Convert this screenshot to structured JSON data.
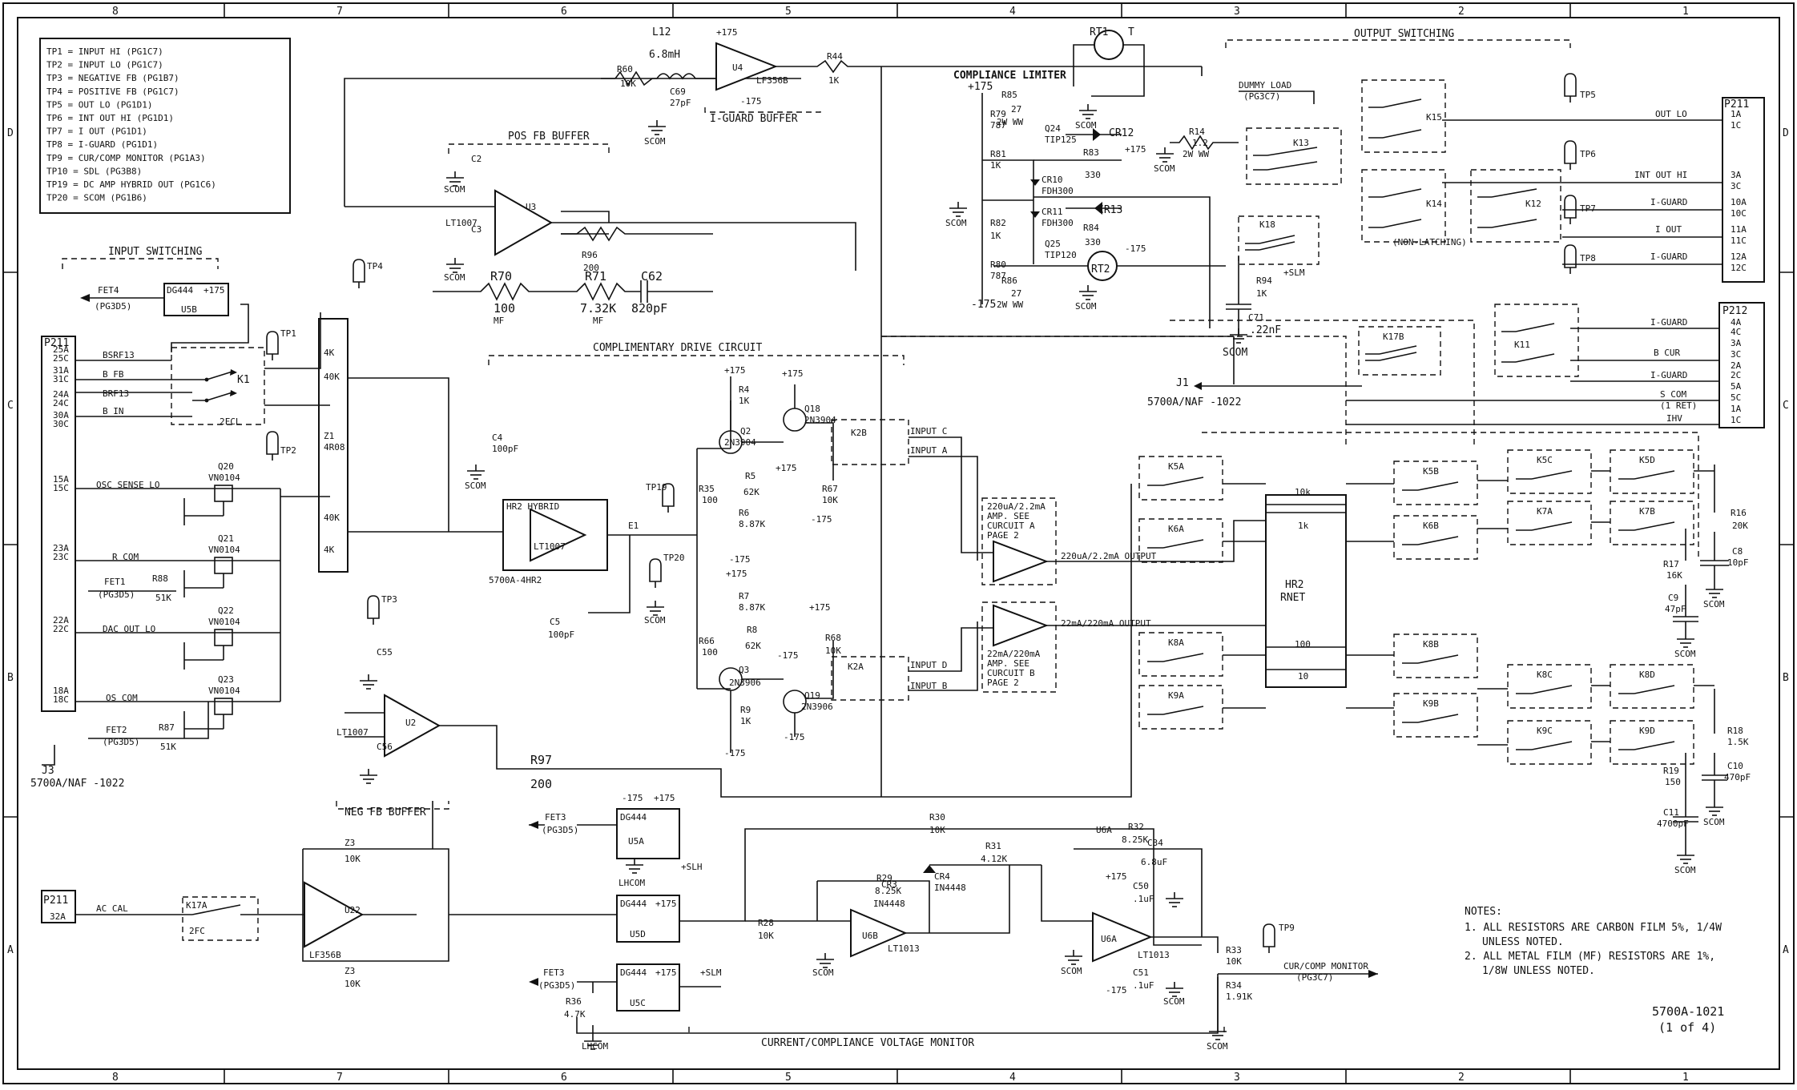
{
  "zones": [
    "8",
    "7",
    "6",
    "5",
    "4",
    "3",
    "2",
    "1"
  ],
  "rows": [
    "D",
    "C",
    "B",
    "A"
  ],
  "legend": [
    "TP1 = INPUT HI (PG1C7)",
    "TP2 = INPUT LO (PG1C7)",
    "TP3 = NEGATIVE FB (PG1B7)",
    "TP4 = POSITIVE FB (PG1C7)",
    "TP5 = OUT LO (PG1D1)",
    "TP6 = INT OUT HI (PG1D1)",
    "TP7 = I OUT (PG1D1)",
    "TP8 = I-GUARD (PG1D1)",
    "TP9 = CUR/COMP MONITOR (PG1A3)",
    "TP10 = SDL (PG3B8)",
    "TP19 = DC AMP HYBRID OUT (PG1C6)",
    "TP20 = SCOM (PG1B6)"
  ],
  "sections": {
    "input_switching": "INPUT SWITCHING",
    "pos_fb_buffer": "POS FB BUFFER",
    "neg_fb_buffer": "NEG FB BUFFER",
    "iguard_buffer": "I-GUARD BUFFER",
    "compliance_limiter": "COMPLIANCE LIMITER",
    "complimentary_drive": "COMPLIMENTARY DRIVE CIRCUIT",
    "output_switching": "OUTPUT SWITCHING",
    "cur_comp_monitor": "CURRENT/COMPLIANCE VOLTAGE MONITOR",
    "non_latching": "(NON-LATCHING)"
  },
  "p211_left": {
    "name": "P211",
    "pins": [
      "25A",
      "25C",
      "31A",
      "31C",
      "24A",
      "24C",
      "30A",
      "30C",
      "15A",
      "15C",
      "23A",
      "23C",
      "22A",
      "22C",
      "18A",
      "18C"
    ],
    "signals": [
      "BSRF13",
      "B FB",
      "BRF13",
      "B IN",
      "OSC SENSE LO",
      "R COM",
      "DAC OUT LO",
      "OS COM"
    ]
  },
  "p211_right": {
    "name": "P211",
    "pins": [
      "1A",
      "1C",
      "3A",
      "3C",
      "10A",
      "10C",
      "11A",
      "11C",
      "12A",
      "12C"
    ],
    "signals": [
      "OUT LO",
      "INT OUT HI",
      "I-GUARD",
      "I OUT",
      "I-GUARD"
    ]
  },
  "p212": {
    "name": "P212",
    "pins": [
      "4A",
      "4C",
      "3A",
      "3C",
      "2A",
      "2C",
      "5A",
      "5C",
      "1A",
      "1C"
    ],
    "signals": [
      "I-GUARD",
      "B CUR",
      "I-GUARD",
      "S COM",
      "(1 RET)",
      "IHV"
    ]
  },
  "p211_ac": {
    "name": "P211",
    "pin": "32A",
    "signal": "AC CAL"
  },
  "components": {
    "L12": "L12",
    "L12_val": "6.8mH",
    "R60": "R60",
    "R60_val": "10K",
    "C69": "C69",
    "C69_val": "27pF",
    "U4": "U4",
    "U4_part": "LF356B",
    "R44": "R44",
    "R44_val": "1K",
    "U3": "U3",
    "U3_part": "LT1007",
    "U2": "U2",
    "U2_part": "LT1007",
    "U22": "U22",
    "U22_part": "LF356B",
    "R96": "R96",
    "R96_val": "200",
    "R70": "R70",
    "R70_val": "100",
    "R70_mf": "MF",
    "R71": "R71",
    "R71_val": "7.32K",
    "R71_mf": "MF",
    "C62": "C62",
    "C62_val": "820pF",
    "R97": "R97",
    "R97_val": "200",
    "HR2": "HR2 HYBRID",
    "HR2_part": "LT1007",
    "HR2_code": "5700A-4HR2",
    "HR2_RNET": "HR2",
    "RNET": "RNET",
    "Z1": "Z1",
    "Z1_val": "4R08",
    "RT1": "RT1",
    "RT2": "RT2",
    "CR12": "CR12",
    "CR13": "CR13",
    "CR10": "CR10",
    "CR10_part": "FDH300",
    "CR11": "CR11",
    "CR11_part": "FDH300",
    "Q24": "Q24",
    "Q24_part": "TIP125",
    "Q25": "Q25",
    "Q25_part": "TIP120",
    "R85": "R85",
    "R85_val": "27",
    "R85_w": "2W WW",
    "R86": "R86",
    "R86_val": "27",
    "R86_w": "2W WW",
    "R83": "R83",
    "R83_val": "330",
    "R84": "R84",
    "R84_val": "330",
    "R79": "R79",
    "R79_val": "787",
    "R80": "R80",
    "R80_val": "787",
    "R81": "R81",
    "R81_val": "1K",
    "R82": "R82",
    "R82_val": "1K",
    "R14": "R14",
    "R14_val": "1.2",
    "R14_w": "2W WW",
    "R94": "R94",
    "R94_val": "1K",
    "C71": "C71",
    "C71_val": ".22nF",
    "Q18": "Q18",
    "Q18_part": "2N3904",
    "Q2": "Q2",
    "Q2_part": "2N3904",
    "Q3": "Q3",
    "Q3_part": "2N3906",
    "Q19": "Q19",
    "Q19_part": "2N3906",
    "R4": "R4",
    "R4_val": "1K",
    "R5": "R5",
    "R5_val": "62K",
    "R6": "R6",
    "R6_val": "8.87K",
    "R7": "R7",
    "R7_val": "8.87K",
    "R8": "R8",
    "R8_val": "62K",
    "R9": "R9",
    "R9_val": "1K",
    "R35": "R35",
    "R35_val": "100",
    "R66": "R66",
    "R66_val": "100",
    "R67": "R67",
    "R67_val": "10K",
    "R68": "R68",
    "R68_val": "10K",
    "C4": "C4",
    "C4_val": "100pF",
    "C5": "C5",
    "C5_val": "100pF",
    "Q20": "Q20",
    "Q21": "Q21",
    "Q22": "Q22",
    "Q23": "Q23",
    "Q_part": "VN0104",
    "R88": "R88",
    "R88_val": "51K",
    "R87": "R87",
    "R87_val": "51K",
    "K1": "K1",
    "K1_type": "2FCL",
    "K17A": "K17A",
    "K17A_type": "2FC",
    "U5B": "U5B",
    "U5A": "U5A",
    "U5D": "U5D",
    "U5C": "U5C",
    "DG": "DG444",
    "K13": "K13",
    "K14": "K14",
    "K15": "K15",
    "K12": "K12",
    "K18": "K18",
    "K17B": "K17B",
    "K11": "K11",
    "K5A": "K5A",
    "K6A": "K6A",
    "K8A": "K8A",
    "K9A": "K9A",
    "K5B": "K5B",
    "K6B": "K6B",
    "K8B": "K8B",
    "K9B": "K9B",
    "K5C": "K5C",
    "K5D": "K5D",
    "K7A": "K7A",
    "K7B": "K7B",
    "K8C": "K8C",
    "K8D": "K8D",
    "K9C": "K9C",
    "K9D": "K9D",
    "K2A": "K2A",
    "K2B": "K2B",
    "R16": "R16",
    "R16_val": "20K",
    "R17": "R17",
    "R17_val": "16K",
    "C8": "C8",
    "C8_val": "10pF",
    "C9": "C9",
    "C9_val": "47pF",
    "R18": "R18",
    "R18_val": "1.5K",
    "R19": "R19",
    "R19_val": "150",
    "C10": "C10",
    "C10_val": "470pF",
    "C11": "C11",
    "C11_val": "4700pF",
    "U6B": "U6B",
    "U6A": "U6A",
    "U6_part": "LT1013",
    "R28": "R28",
    "R28_val": "10K",
    "R29": "R29",
    "R29_val": "8.25K",
    "R30": "R30",
    "R30_val": "10K",
    "R31": "R31",
    "R31_val": "4.12K",
    "R32": "R32",
    "R32_val": "8.25K",
    "R33": "R33",
    "R33_val": "10K",
    "R34": "R34",
    "R34_val": "1.91K",
    "R36": "R36",
    "R36_val": "4.7K",
    "CR3": "CR3",
    "CR4": "CR4",
    "CR_part": "IN4448",
    "C34": "C34",
    "C34_val": "6.8uF",
    "C50": "C50",
    "C51": "C51",
    "C_1uF": ".1uF",
    "C55": "C55",
    "C56": "C56",
    "C2": "C2",
    "C3": "C3",
    "Z3": "Z3",
    "Z3_val": "10K",
    "amp_a": "220uA/2.2mA AMP. SEE CURCUIT A PAGE 2",
    "amp_b": "22mA/220mA AMP. SEE CURCUIT B PAGE 2",
    "amp_a_out": "220uA/2.2mA OUTPUT",
    "amp_b_out": "22mA/220mA OUTPUT",
    "rnet_10k": "10k",
    "rnet_1k": "1k",
    "rnet_100": "100",
    "rnet_10": "10"
  },
  "labels": {
    "scom": "SCOM",
    "lhcom": "LHCOM",
    "p175": "+175",
    "m175": "-175",
    "slh": "+SLH",
    "slm": "+SLM",
    "fet1": "FET1",
    "fet2": "FET2",
    "fet3": "FET3",
    "fet4": "FET4",
    "pg3d5": "(PG3D5)",
    "pg3c7": "(PG3C7)",
    "dummy_load": "DUMMY LOAD",
    "j1": "J1",
    "j1_part": "5700A/NAF -1022",
    "j3": "J3",
    "j3_part": "5700A/NAF -1022",
    "input_c": "INPUT C",
    "input_a": "INPUT A",
    "input_d": "INPUT D",
    "input_b": "INPUT B",
    "cur_comp": "CUR/COMP MONITOR",
    "tp": [
      "TP1",
      "TP2",
      "TP3",
      "TP4",
      "TP5",
      "TP6",
      "TP7",
      "TP8",
      "TP9",
      "TP19",
      "TP20"
    ],
    "e1": "E1"
  },
  "notes": {
    "heading": "NOTES:",
    "items": [
      "1. ALL RESISTORS ARE CARBON FILM 5%, 1/4W UNLESS NOTED.",
      "2. ALL METAL FILM (MF) RESISTORS ARE 1%, 1/8W UNLESS NOTED."
    ]
  },
  "drawing_number": "5700A-1021",
  "sheet": "(1 of 4)"
}
